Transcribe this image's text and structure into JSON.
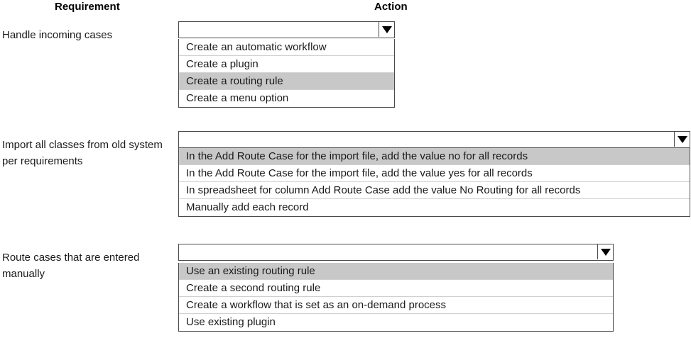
{
  "table": {
    "headers": {
      "requirement": "Requirement",
      "action": "Action"
    },
    "rows": [
      {
        "requirement": "Handle incoming cases",
        "dropdown": {
          "selected_value": "",
          "arrow_icon": "chevron-down-icon",
          "options": [
            {
              "label": "Create an automatic workflow",
              "highlighted": false
            },
            {
              "label": "Create a plugin",
              "highlighted": false
            },
            {
              "label": "Create a routing rule",
              "highlighted": true
            },
            {
              "label": "Create a menu option",
              "highlighted": false
            }
          ]
        }
      },
      {
        "requirement": "Import all classes from old system per requirements",
        "dropdown": {
          "selected_value": "",
          "arrow_icon": "chevron-down-icon",
          "options": [
            {
              "label": "In the Add Route Case for the import file, add the value no for all records",
              "highlighted": true
            },
            {
              "label": "In the Add Route Case for the import file, add the value yes for all records",
              "highlighted": false
            },
            {
              "label": "In spreadsheet for column Add Route Case add the value No Routing for all records",
              "highlighted": false
            },
            {
              "label": "Manually add each record",
              "highlighted": false
            }
          ]
        }
      },
      {
        "requirement": "Route cases that are entered manually",
        "dropdown": {
          "selected_value": "",
          "arrow_icon": "chevron-down-icon",
          "options": [
            {
              "label": "Use an existing routing rule",
              "highlighted": true
            },
            {
              "label": "Create a second routing rule",
              "highlighted": false
            },
            {
              "label": "Create a workflow that is set as an on-demand process",
              "highlighted": false
            },
            {
              "label": "Use existing plugin",
              "highlighted": false
            }
          ]
        }
      }
    ]
  },
  "colors": {
    "highlight": "#c8c8c8",
    "border": "#4a4a4a",
    "separator": "#d0d0d0",
    "text": "#1a1a1a",
    "background": "#ffffff"
  }
}
